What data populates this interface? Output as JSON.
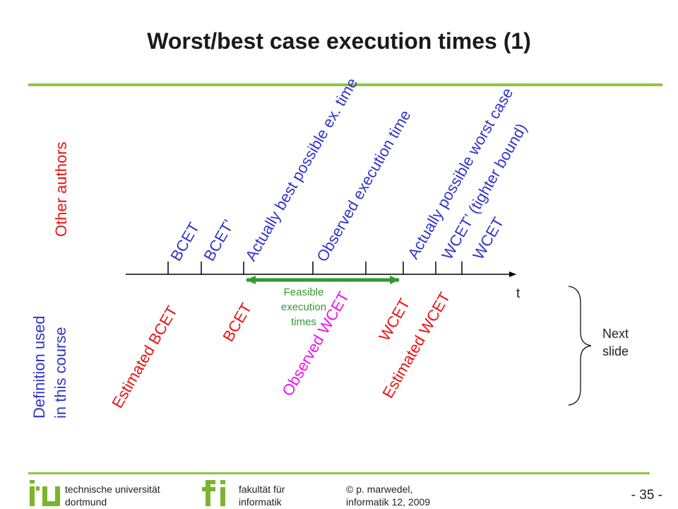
{
  "title": "Worst/best case execution times (1)",
  "side_labels": {
    "other_authors": "Other authors",
    "definition_line1": "Definition used",
    "definition_line2": "in this course"
  },
  "upper_labels": {
    "bcet": "BCET",
    "bcet_prime": "BCET'",
    "actually_best": "Actually best possible ex. time",
    "observed": "Observed execution time",
    "actually_worst": "Actually possible worst case",
    "wcet_prime": "WCET’ (tighter bound)",
    "wcet": "WCET"
  },
  "lower_labels": {
    "estimated_bcet": "Estimated  BCET",
    "bcet": "BCET",
    "observed_wcet": "Observed WCET",
    "wcet": "WCET",
    "estimated_wcet": "Estimated WCET"
  },
  "axis_label": "t",
  "feasible": {
    "line1": "Feasible",
    "line2": "execution",
    "line3": "times"
  },
  "next_slide": {
    "line1": "Next",
    "line2": "slide"
  },
  "footer": {
    "uni_line1": "technische universität",
    "uni_line2": "dortmund",
    "fak_line1": "fakultät für",
    "fak_line2": "informatik",
    "author_line1": "© p. marwedel,",
    "author_line2": "informatik 12,  2009",
    "page": "-  35 -"
  },
  "colors": {
    "blue": "#3333cc",
    "red": "#ee1111",
    "magenta": "#ee11ee",
    "green": "#339933",
    "rule_green": "#8dc63f",
    "logo_green": "#7ab52d"
  }
}
